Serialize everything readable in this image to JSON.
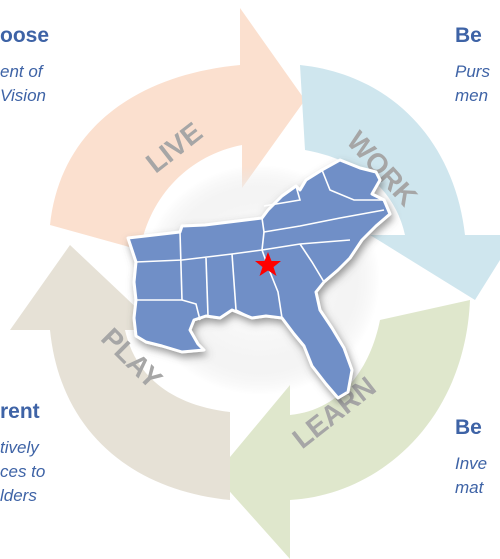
{
  "cycle": {
    "live_label": "LIVE",
    "work_label": "WORK",
    "learn_label": "LEARN",
    "play_label": "PLAY",
    "live_color": "#fbe0cf",
    "work_color": "#cfe6ee",
    "learn_color": "#dfe7cc",
    "play_color": "#e6e1d6",
    "label_color": "#a6a6a6"
  },
  "map": {
    "fill_color": "#6f8fc7",
    "star_color": "#ff0000"
  },
  "captions": {
    "top_left": {
      "heading": "oose",
      "line1": "ent of",
      "line2": "Vision"
    },
    "top_right": {
      "heading": "Be",
      "line1": "Purs",
      "line2": "men"
    },
    "bottom_left": {
      "heading": "rent",
      "line1": "tively",
      "line2": "ces to",
      "line3": "lders"
    },
    "bottom_right": {
      "heading": "Be",
      "line1": "Inve",
      "line2": "mat"
    }
  }
}
